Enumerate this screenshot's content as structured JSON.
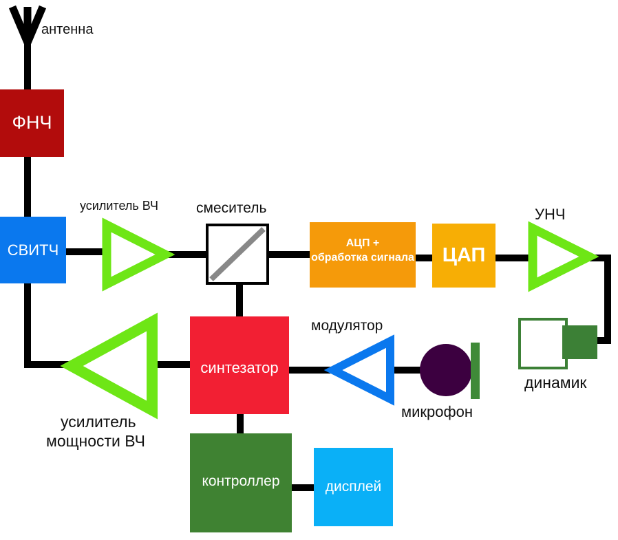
{
  "labels": {
    "antenna": "антенна",
    "rf_amp": "усилитель ВЧ",
    "mixer": "смеситель",
    "afa": "УНЧ",
    "modulator": "модулятор",
    "speaker": "динамик",
    "microphone": "микрофон",
    "power_amp_line1": "усилитель",
    "power_amp_line2": "мощности ВЧ"
  },
  "blocks": {
    "lpf": "ФНЧ",
    "switch": "СВИТЧ",
    "adc_line1": "АЦП +",
    "adc_line2": "обработка сигнала",
    "dac": "ЦАП",
    "synth": "синтезатор",
    "controller": "контроллер",
    "display": "дисплей"
  },
  "colors": {
    "wire": "#000000",
    "lpf": "#b20c0c",
    "switch": "#0a78ee",
    "amp_green": "#6ee616",
    "adc": "#f59a0a",
    "dac": "#f7ae05",
    "synth": "#f21f33",
    "modulator": "#0a78ee",
    "mic": "#3c0040",
    "mic_bar": "#3f8a38",
    "speaker": "#3c8036",
    "controller": "#3f8232",
    "display": "#0ab0f7"
  }
}
